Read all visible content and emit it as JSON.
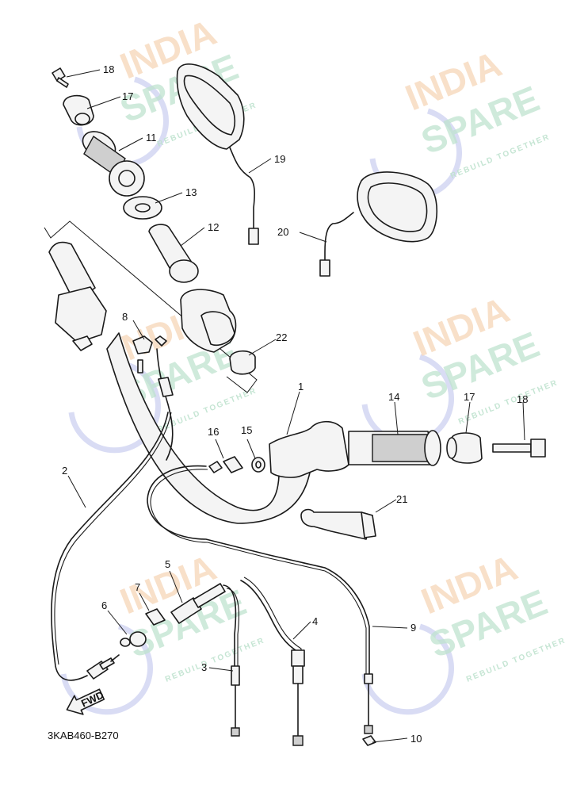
{
  "diagram_code": "3KAB460-B270",
  "direction_arrow": "FWD",
  "watermark": {
    "line1": "INDIA",
    "line2": "SPARE",
    "tagline": "REBUILD TOGETHER",
    "colors": {
      "india": "#f6d6b8",
      "spare": "#bfe3cf",
      "logo": "#c9cdf0"
    }
  },
  "callouts": {
    "c1": "1",
    "c2": "2",
    "c3": "3",
    "c4": "4",
    "c5": "5",
    "c6": "6",
    "c7": "7",
    "c8": "8",
    "c9": "9",
    "c10": "10",
    "c11": "11",
    "c12": "12",
    "c13": "13",
    "c14": "14",
    "c15": "15",
    "c16": "16",
    "c17a": "17",
    "c17b": "17",
    "c18a": "18",
    "c18b": "18",
    "c19": "19",
    "c20": "20",
    "c21": "21",
    "c22": "22"
  }
}
